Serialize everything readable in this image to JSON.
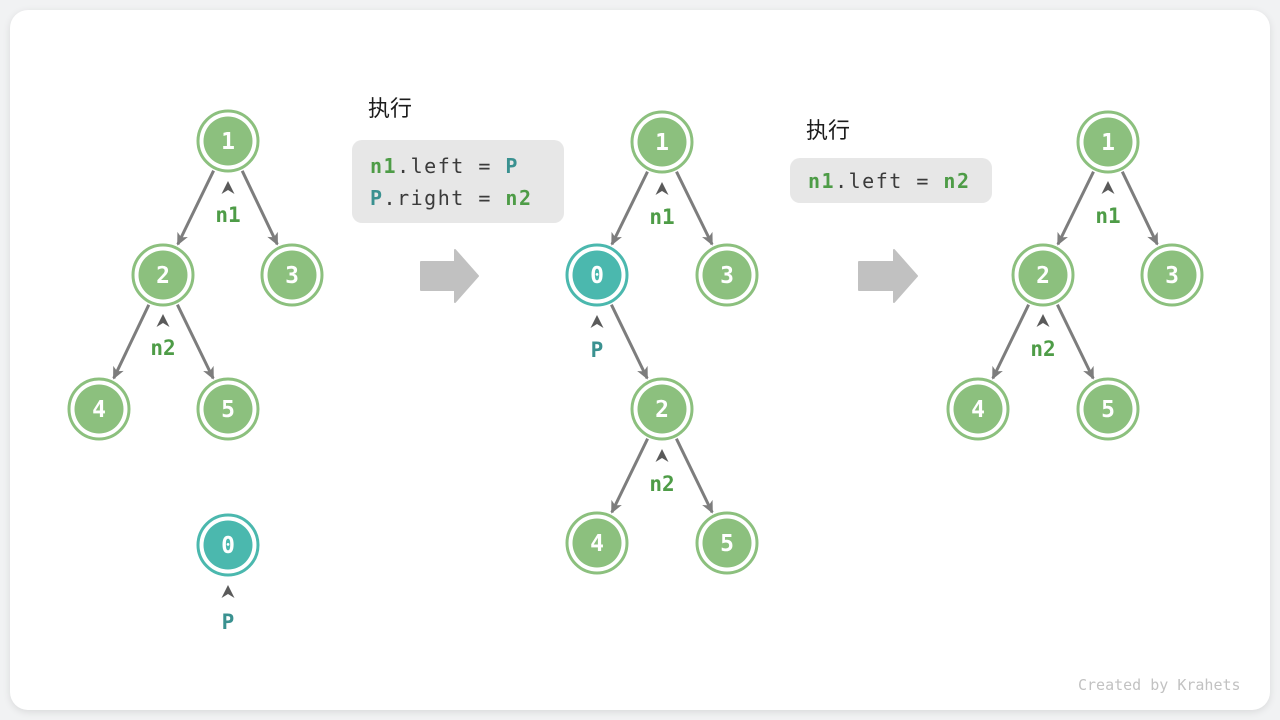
{
  "step1": {
    "title": "执行",
    "code_line1": [
      "n1",
      ".left = ",
      "P"
    ],
    "code_line2": [
      "P",
      ".right = ",
      "n2"
    ]
  },
  "step2": {
    "title": "执行",
    "code_line1": [
      "n1",
      ".left = ",
      "n2"
    ]
  },
  "tree_initial": {
    "node_1": "1",
    "node_2": "2",
    "node_3": "3",
    "node_4": "4",
    "node_5": "5",
    "ptr_n1": "n1",
    "ptr_n2": "n2",
    "detached_node": "0",
    "ptr_p": "P"
  },
  "tree_middle": {
    "node_1": "1",
    "node_0": "0",
    "node_3": "3",
    "node_2": "2",
    "node_4": "4",
    "node_5": "5",
    "ptr_n1": "n1",
    "ptr_p": "P",
    "ptr_n2": "n2"
  },
  "tree_final": {
    "node_1": "1",
    "node_2": "2",
    "node_3": "3",
    "node_4": "4",
    "node_5": "5",
    "ptr_n1": "n1",
    "ptr_n2": "n2"
  },
  "watermark": "Created by Krahets",
  "colors": {
    "node_green": "#8CC07E",
    "node_teal": "#4BB8AE",
    "edge_gray": "#7D7D7D",
    "pointer_label_green": "#4E9C47",
    "pointer_label_teal": "#3A9190",
    "code_box_bg": "#E7E7E7",
    "transition_arrow_gray": "#C1C1C1"
  }
}
